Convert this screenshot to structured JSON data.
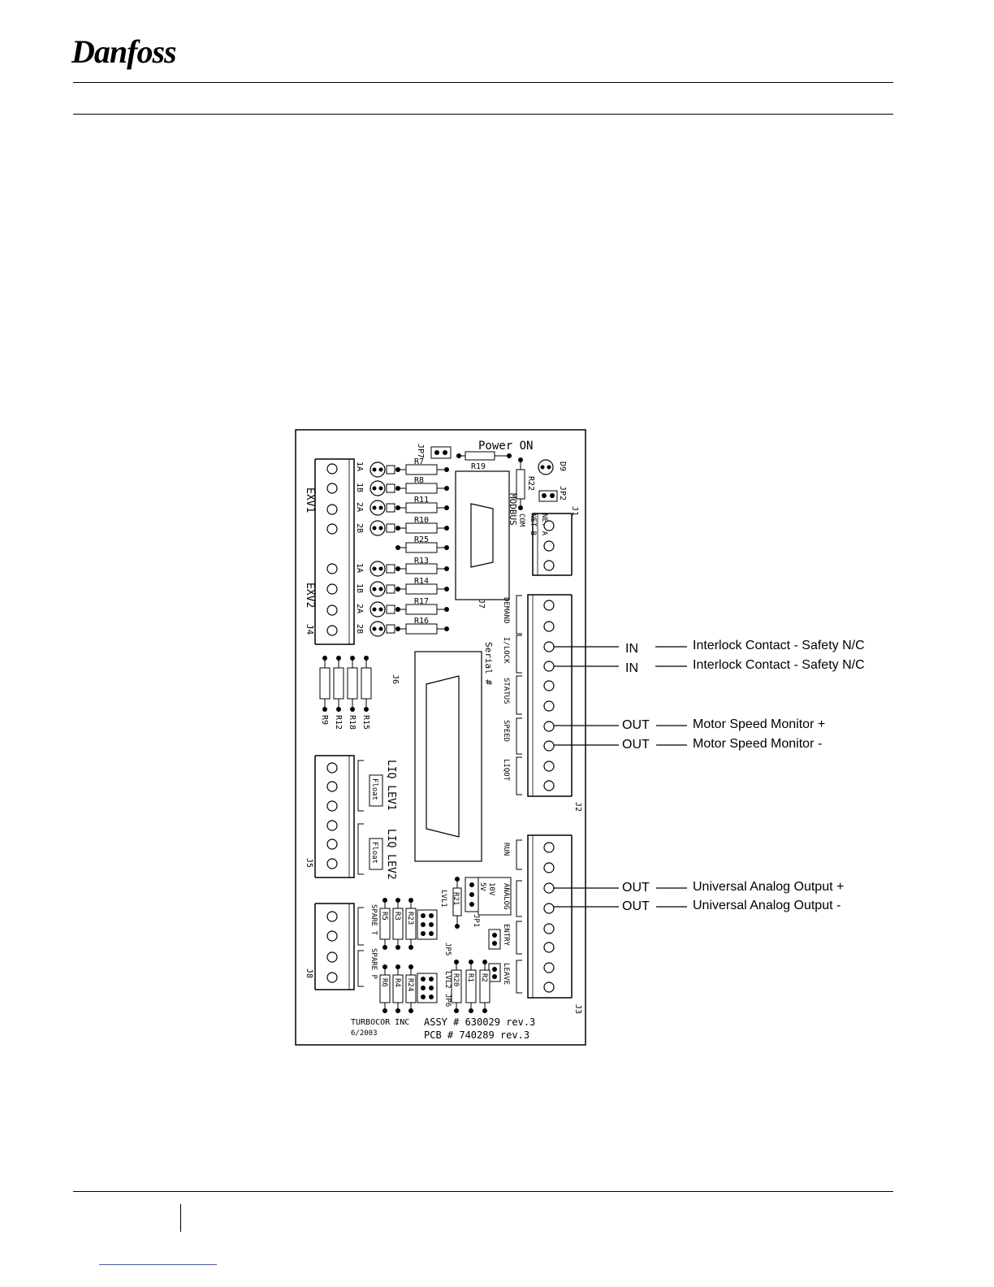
{
  "header": {
    "logo_text": "Danfoss"
  },
  "board": {
    "power_label": "Power ON",
    "jumpers": [
      "JP7",
      "JP2",
      "JP1",
      "JP5",
      "JP6"
    ],
    "resistors_top": [
      "R7",
      "R8",
      "R11",
      "R10",
      "R25",
      "R13",
      "R14",
      "R17",
      "R16"
    ],
    "resistors_vertical": [
      "R9",
      "R12",
      "R18",
      "R15"
    ],
    "r19": "R19",
    "r22": "R22",
    "d9": "D9",
    "connectors": {
      "j1": "J1",
      "j2": "J2",
      "j3": "J3",
      "j4": "J4",
      "j5": "J5",
      "j6": "J6",
      "j7": "J7",
      "j8": "J8"
    },
    "exv1": "EXV1",
    "exv2": "EXV2",
    "exv_pins": [
      "1A",
      "1B",
      "2A",
      "2B"
    ],
    "modbus": "MODBUS",
    "modbus_pins": [
      "COM",
      "NET B",
      "NET A"
    ],
    "j2_groups": [
      "DEMAND",
      "I/LOCK",
      "STATUS",
      "SPEED",
      "LIQOT"
    ],
    "serial": "Serial #",
    "liq_lev1": "LIQ LEV1",
    "liq_lev2": "LIQ LEV2",
    "float": "Float",
    "j3_groups": [
      "RUN",
      "ANALOG",
      "ENTRY",
      "LEAVE"
    ],
    "analog_opts": [
      "5V",
      "10V"
    ],
    "r21": "R21",
    "lvl1": "LVL1",
    "lvl2": "LVL2",
    "spare_t": "SPARE T",
    "spare_p": "SPARE P",
    "resistors_bottom_left": [
      "R5",
      "R3",
      "R23",
      "R6",
      "R4",
      "R24"
    ],
    "resistors_bottom_right": [
      "R20",
      "R1",
      "R2"
    ],
    "maker": "TURBOCOR INC",
    "date": "6/2003",
    "assy": "ASSY # 630029 rev.3",
    "pcb": "PCB # 740289 rev.3"
  },
  "callouts": [
    {
      "dir": "IN",
      "label": "Interlock Contact - Safety N/C"
    },
    {
      "dir": "IN",
      "label": "Interlock Contact - Safety N/C"
    },
    {
      "dir": "OUT",
      "label": "Motor Speed Monitor +"
    },
    {
      "dir": "OUT",
      "label": "Motor Speed Monitor -"
    },
    {
      "dir": "OUT",
      "label": "Universal Analog Output +"
    },
    {
      "dir": "OUT",
      "label": "Universal Analog Output -"
    }
  ]
}
